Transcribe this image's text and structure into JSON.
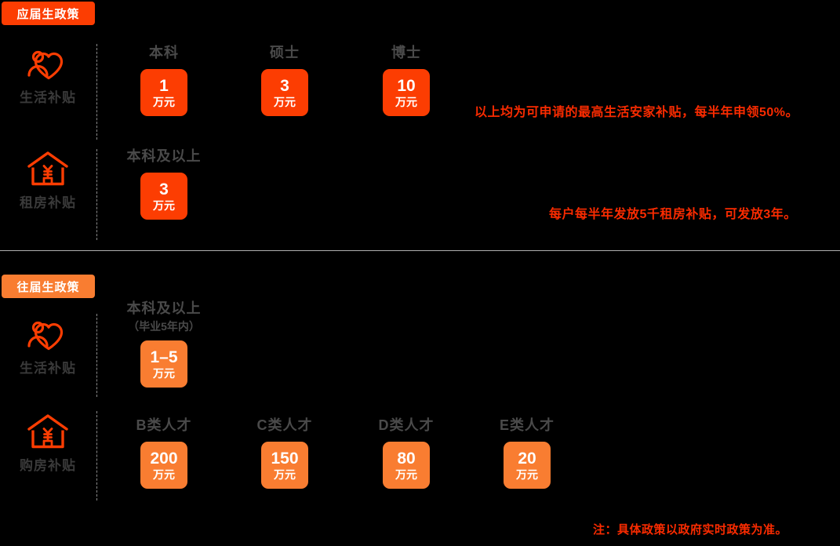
{
  "page": {
    "background": "#000000",
    "accent_bright": "#FC3D02",
    "accent_light": "#F97D31",
    "note_color": "#FA2B00",
    "label_color": "#3a3a3a"
  },
  "sections": [
    {
      "tag": "应届生政策",
      "rows": [
        {
          "icon": "person-in-heart-icon",
          "category": "生活补贴",
          "columns": [
            {
              "title": "本科",
              "sub": "",
              "amount": "1",
              "unit": "万元"
            },
            {
              "title": "硕士",
              "sub": "",
              "amount": "3",
              "unit": "万元"
            },
            {
              "title": "博士",
              "sub": "",
              "amount": "10",
              "unit": "万元"
            }
          ],
          "note": "以上均为可申请的最高生活安家补贴，每半年申领50%。"
        },
        {
          "icon": "house-yuan-icon",
          "category": "租房补贴",
          "columns": [
            {
              "title": "本科及以上",
              "sub": "",
              "amount": "3",
              "unit": "万元"
            }
          ],
          "note": "每户每半年发放5千租房补贴，可发放3年。"
        }
      ]
    },
    {
      "tag": "往届生政策",
      "rows": [
        {
          "icon": "person-in-heart-icon",
          "category": "生活补贴",
          "columns": [
            {
              "title": "本科及以上",
              "sub": "（毕业5年内）",
              "amount": "1–5",
              "unit": "万元"
            }
          ],
          "note": ""
        },
        {
          "icon": "house-yuan-icon",
          "category": "购房补贴",
          "columns": [
            {
              "title": "B类人才",
              "sub": "",
              "amount": "200",
              "unit": "万元"
            },
            {
              "title": "C类人才",
              "sub": "",
              "amount": "150",
              "unit": "万元"
            },
            {
              "title": "D类人才",
              "sub": "",
              "amount": "80",
              "unit": "万元"
            },
            {
              "title": "E类人才",
              "sub": "",
              "amount": "20",
              "unit": "万元"
            }
          ],
          "note": ""
        }
      ]
    }
  ],
  "footer_note": "注：具体政策以政府实时政策为准。"
}
